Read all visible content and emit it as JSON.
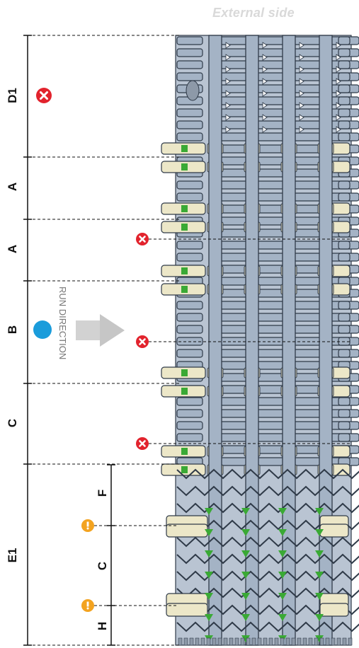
{
  "header": {
    "side_label": "External side"
  },
  "dimensions": {
    "left": [
      "D1",
      "A",
      "A",
      "B",
      "C",
      "E1"
    ],
    "inner": [
      "F",
      "C",
      "H"
    ]
  },
  "run_direction": "RUN DIRECTION",
  "colors": {
    "belt_blue": "#a4b3c5",
    "belt_outline": "#2f3a48",
    "guide_cream": "#ece7c8",
    "green_pin": "#3aa935",
    "error_red": "#e2232d",
    "ok_blue": "#1a9cdb",
    "warn_orange": "#f3a320",
    "arrow_grey": "#cfcfcf"
  },
  "icons": {
    "error": "x-circle-icon",
    "ok": "dot-circle-icon",
    "warning": "exclamation-circle-icon"
  }
}
